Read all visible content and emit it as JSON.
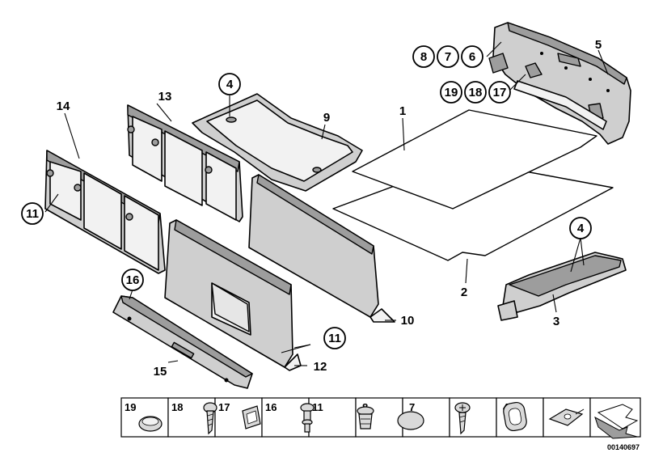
{
  "callouts": {
    "c1": "1",
    "c2": "2",
    "c3": "3",
    "c4a": "4",
    "c4b": "4",
    "c5": "5",
    "c6": "6",
    "c7": "7",
    "c8": "8",
    "c9": "9",
    "c10": "10",
    "c11a": "11",
    "c11b": "11",
    "c12": "12",
    "c13": "13",
    "c14": "14",
    "c15": "15",
    "c16": "16",
    "c17": "17",
    "c18": "18",
    "c19": "19"
  },
  "legend": [
    "19",
    "18",
    "17",
    "16",
    "11",
    "8",
    "7",
    "6",
    "4"
  ],
  "diagram_ref": "00140697"
}
